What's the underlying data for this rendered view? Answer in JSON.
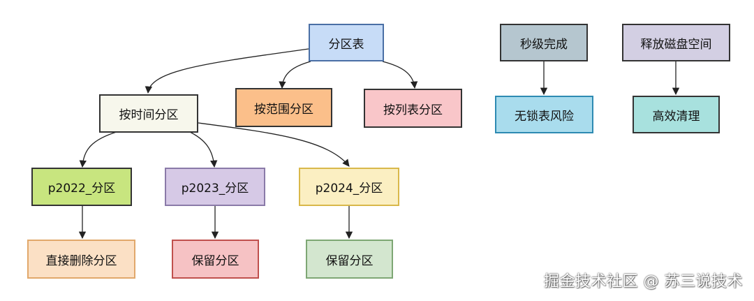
{
  "nodes": {
    "root": {
      "label": "分区表",
      "fill": "#c7dcf7",
      "stroke": "#4a6fa5"
    },
    "time": {
      "label": "按时间分区",
      "fill": "#f7f7ec",
      "stroke": "#333333"
    },
    "range": {
      "label": "按范围分区",
      "fill": "#fbbf8a",
      "stroke": "#333333"
    },
    "list": {
      "label": "按列表分区",
      "fill": "#f9c6c9",
      "stroke": "#333333"
    },
    "p2022": {
      "label": "p2022_分区",
      "fill": "#c8e57f",
      "stroke": "#333333"
    },
    "p2023": {
      "label": "p2023_分区",
      "fill": "#d6c9e6",
      "stroke": "#8a7aa8"
    },
    "p2024": {
      "label": "p2024_分区",
      "fill": "#fbefc2",
      "stroke": "#d9b84a"
    },
    "del": {
      "label": "直接删除分区",
      "fill": "#fbe0c5",
      "stroke": "#e1a86b"
    },
    "keep1": {
      "label": "保留分区",
      "fill": "#f6c2c4",
      "stroke": "#c0504d"
    },
    "keep2": {
      "label": "保留分区",
      "fill": "#d3e6cf",
      "stroke": "#7ea774"
    },
    "sec": {
      "label": "秒级完成",
      "fill": "#b5c6cf",
      "stroke": "#333333"
    },
    "nolock": {
      "label": "无锁表风险",
      "fill": "#a9dced",
      "stroke": "#2d8ab2"
    },
    "free": {
      "label": "释放磁盘空间",
      "fill": "#d3cfe3",
      "stroke": "#333333"
    },
    "clean": {
      "label": "高效清理",
      "fill": "#a8e1de",
      "stroke": "#333333"
    }
  },
  "watermark": "掘金技术社区 @ 苏三说技术"
}
